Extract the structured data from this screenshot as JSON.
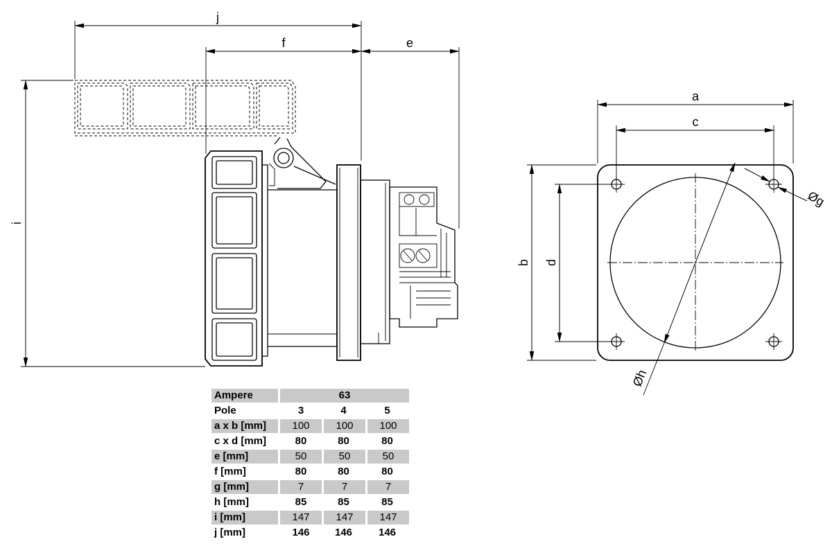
{
  "dimension_labels": {
    "a": "a",
    "b": "b",
    "c": "c",
    "d": "d",
    "e": "e",
    "f": "f",
    "g": "Øg",
    "h": "Øh",
    "i": "i",
    "j": "j"
  },
  "table": {
    "header": {
      "label": "Ampere",
      "value": "63"
    },
    "pole": {
      "label": "Pole",
      "values": [
        "3",
        "4",
        "5"
      ]
    },
    "rows": [
      {
        "label": "a x b [mm]",
        "values": [
          "100",
          "100",
          "100"
        ]
      },
      {
        "label": "c x d [mm]",
        "values": [
          "80",
          "80",
          "80"
        ]
      },
      {
        "label": "e [mm]",
        "values": [
          "50",
          "50",
          "50"
        ]
      },
      {
        "label": "f [mm]",
        "values": [
          "80",
          "80",
          "80"
        ]
      },
      {
        "label": "g [mm]",
        "values": [
          "7",
          "7",
          "7"
        ]
      },
      {
        "label": "h [mm]",
        "values": [
          "85",
          "85",
          "85"
        ]
      },
      {
        "label": "i [mm]",
        "values": [
          "147",
          "147",
          "147"
        ]
      },
      {
        "label": "j [mm]",
        "values": [
          "146",
          "146",
          "146"
        ]
      }
    ]
  }
}
